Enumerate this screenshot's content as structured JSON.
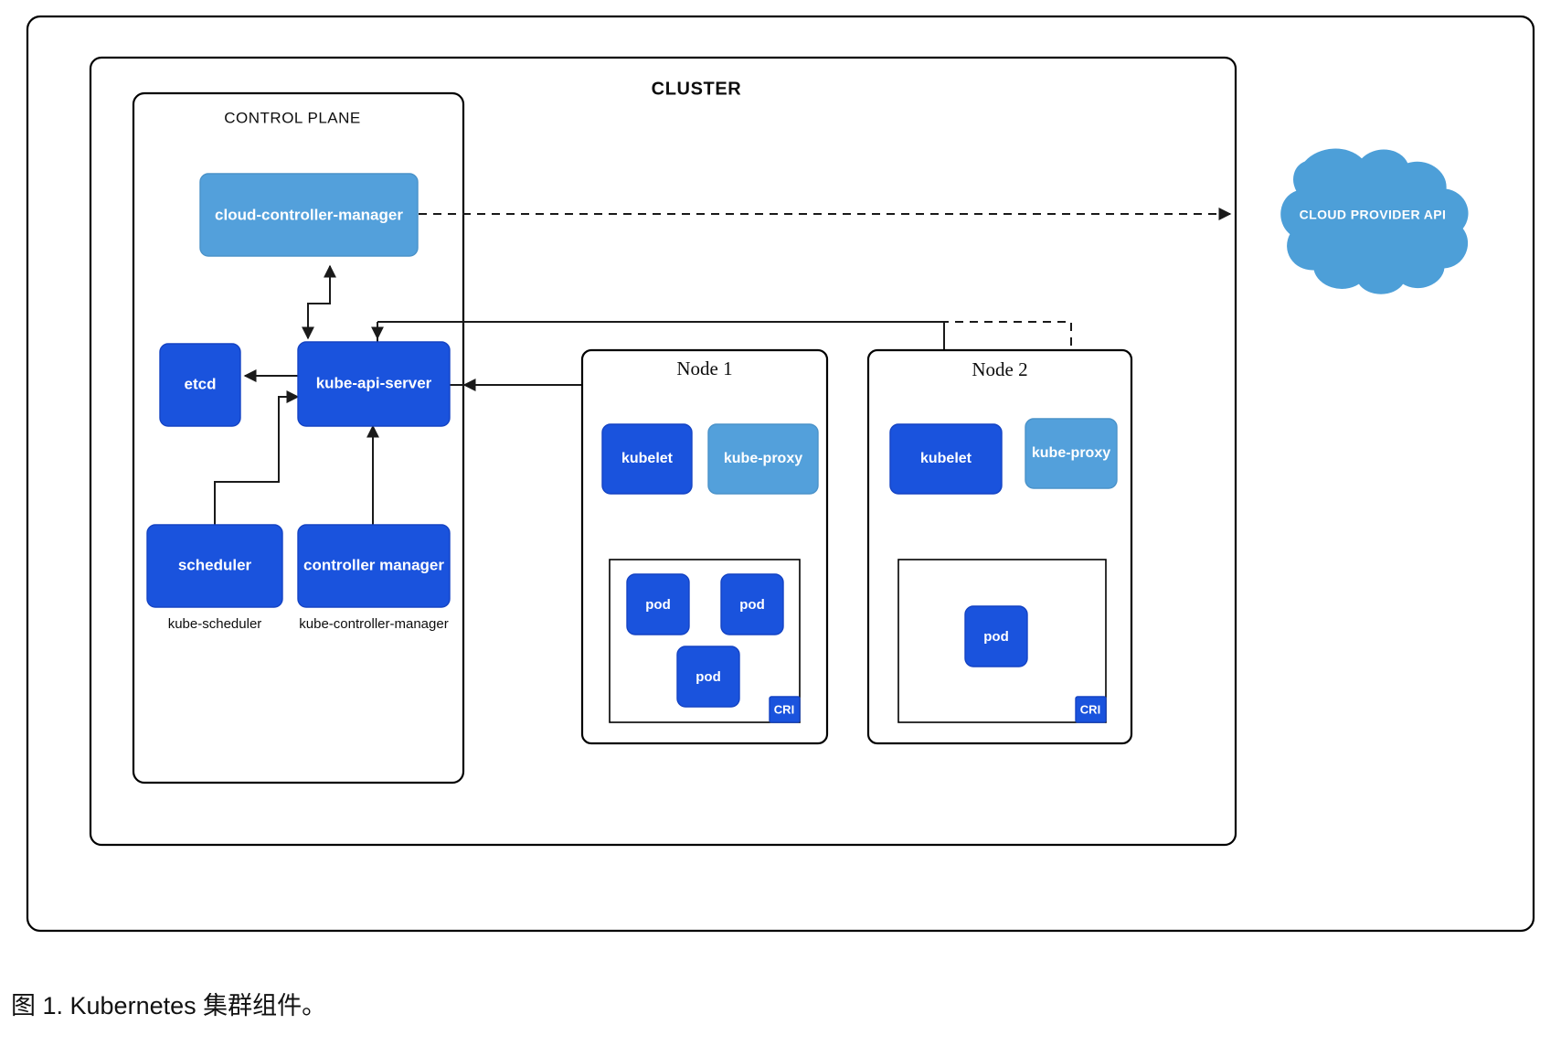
{
  "figure": {
    "caption": "图 1. Kubernetes 集群组件。"
  },
  "cluster": {
    "title": "CLUSTER",
    "control_plane": {
      "title": "CONTROL PLANE",
      "components": [
        {
          "id": "cloud-controller-manager",
          "label": "cloud-controller-manager",
          "color": "#53a0db",
          "sublabel": ""
        },
        {
          "id": "etcd",
          "label": "etcd",
          "color": "#1a53dd",
          "sublabel": ""
        },
        {
          "id": "kube-api-server",
          "label": "kube-api-server",
          "color": "#1a53dd",
          "sublabel": ""
        },
        {
          "id": "scheduler",
          "label": "scheduler",
          "color": "#1a53dd",
          "sublabel": "kube-scheduler"
        },
        {
          "id": "controller-manager",
          "label": "controller manager",
          "color": "#1a53dd",
          "sublabel": "kube-controller-manager"
        }
      ]
    },
    "nodes": [
      {
        "id": "node-1",
        "title": "Node 1",
        "kubelet_label": "kubelet",
        "kube_proxy_label": "kube-proxy",
        "cri_label": "CRI",
        "pods": [
          "pod",
          "pod",
          "pod"
        ]
      },
      {
        "id": "node-2",
        "title": "Node 2",
        "kubelet_label": "kubelet",
        "kube_proxy_label": "kube-proxy",
        "cri_label": "CRI",
        "pods": [
          "pod"
        ]
      }
    ]
  },
  "external": {
    "cloud_provider_api": {
      "label": "CLOUD PROVIDER API",
      "color": "#4d9fd8"
    }
  },
  "colors": {
    "primary_blue": "#1a53dd",
    "light_blue": "#53a0db",
    "cloud_blue": "#4d9fd8",
    "outline": "#000000",
    "background": "#ffffff"
  }
}
